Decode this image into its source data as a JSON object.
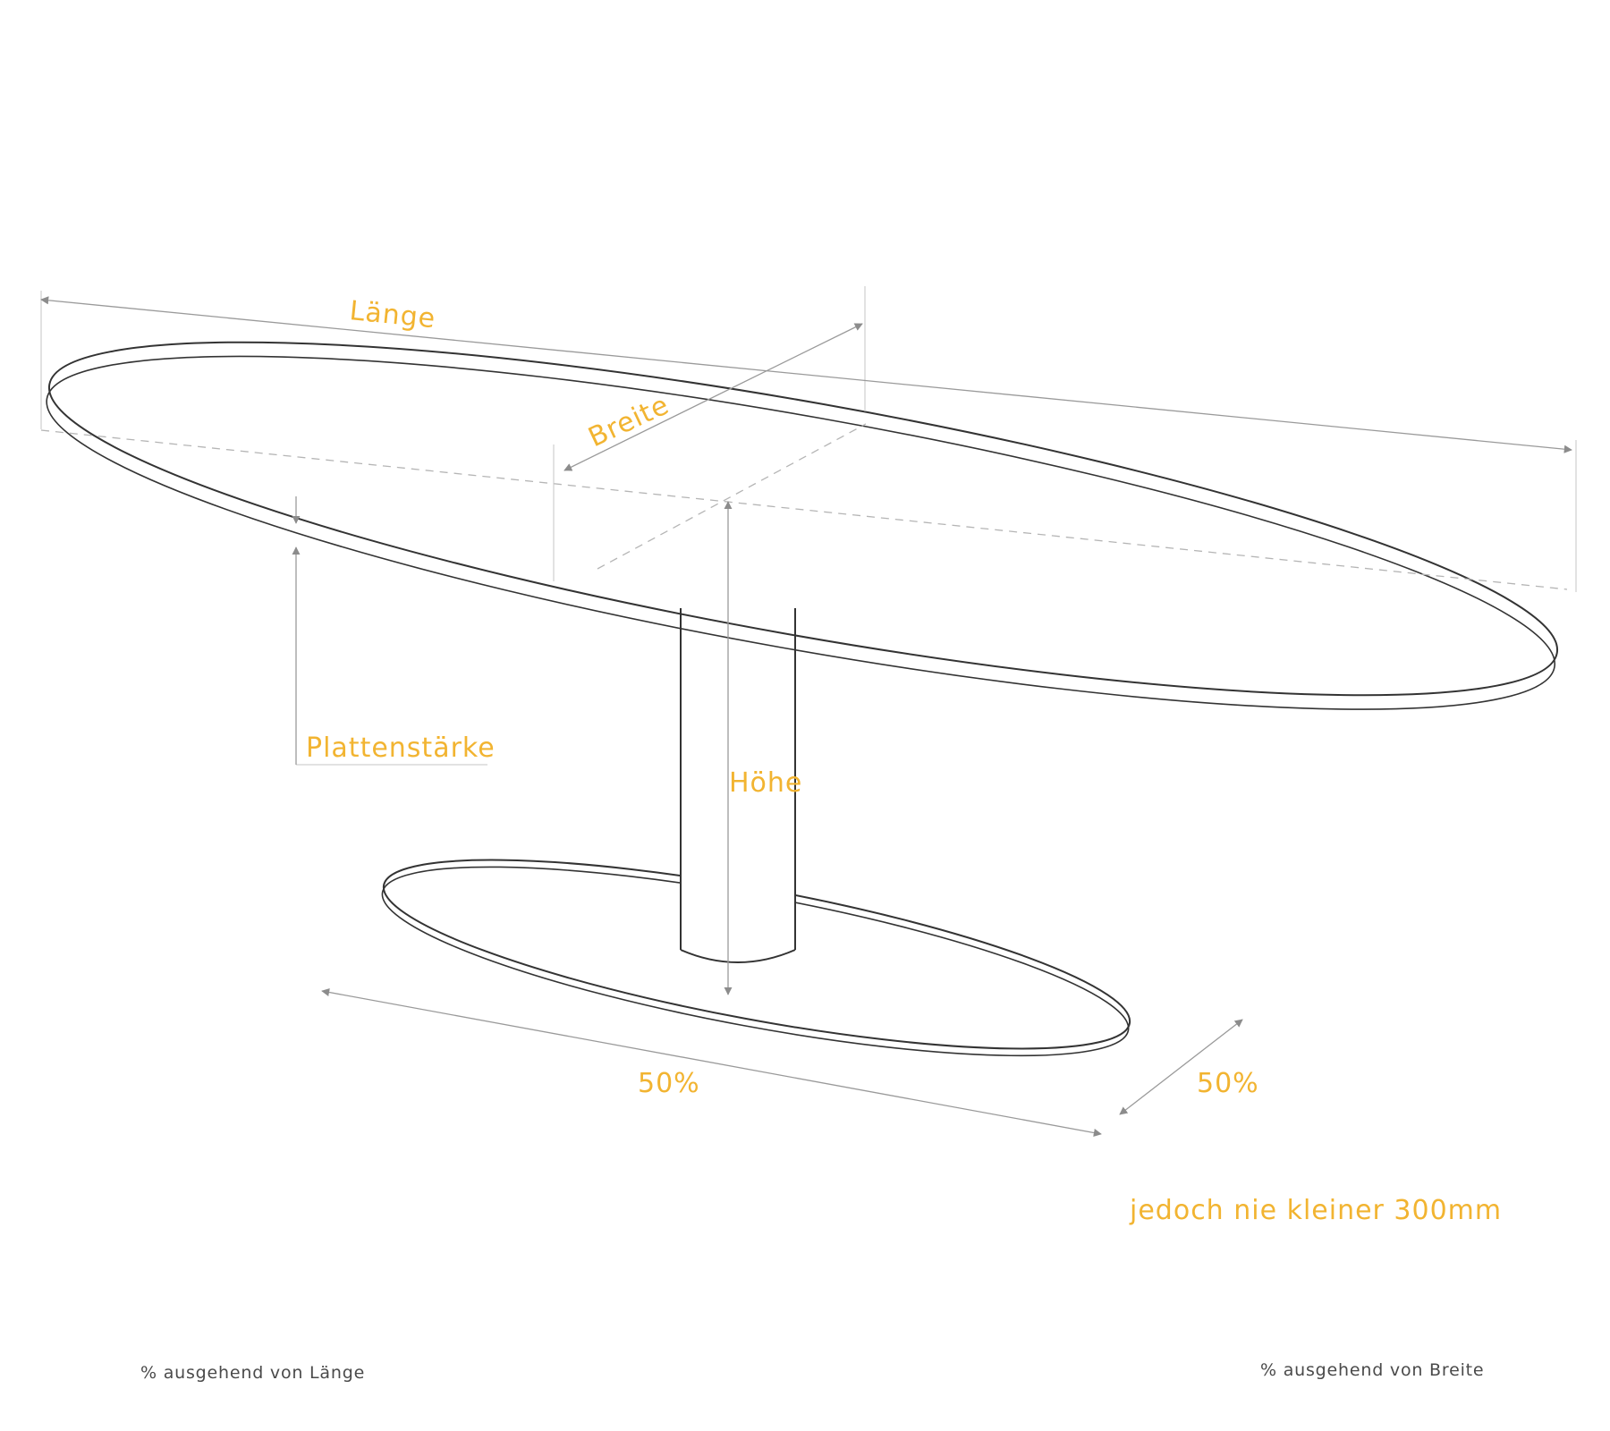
{
  "labels": {
    "laenge": "Länge",
    "breite": "Breite",
    "plattenstaerke": "Plattenstärke",
    "hoehe": "Höhe",
    "base_length_pct": "50%",
    "base_width_pct": "50%",
    "min_width": "jedoch nie kleiner 300mm"
  },
  "notes": {
    "left": "% ausgehend von Länge",
    "right": "% ausgehend von Breite"
  },
  "colors": {
    "label": "#f2b431",
    "outline": "#333333",
    "dimension": "#9a9a9a",
    "note_text": "#4a4a4a"
  }
}
